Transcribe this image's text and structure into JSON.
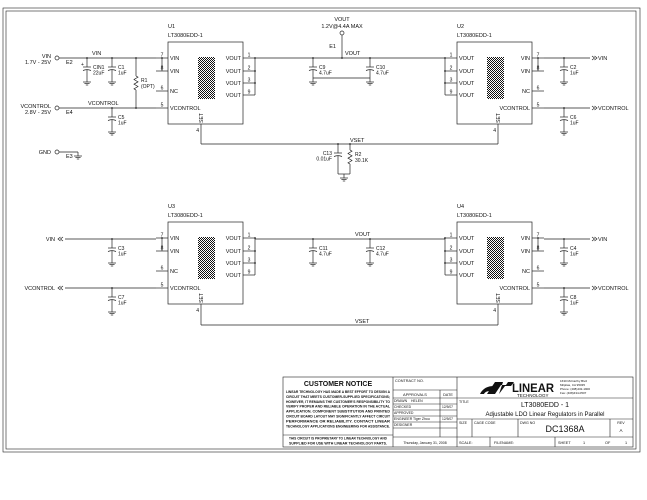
{
  "colors": {
    "wire": "#222222",
    "background": "#ffffff"
  },
  "terminals": {
    "vin": {
      "ref": "E2",
      "name": "VIN",
      "range": "1.7V - 25V"
    },
    "vcontrol": {
      "ref": "E4",
      "name": "VCONTROL",
      "range": "2.8V - 25V"
    },
    "gnd": {
      "ref": "E3",
      "name": "GND"
    },
    "vout": {
      "ref": "E1",
      "name": "VOUT",
      "rating": "1.2V@4.4A MAX"
    }
  },
  "nets": {
    "vin": "VIN",
    "vcontrol": "VCONTROL",
    "vout": "VOUT",
    "vset": "VSET"
  },
  "chips": {
    "u1": {
      "ref": "U1",
      "part": "LT3080EDD-1"
    },
    "u2": {
      "ref": "U2",
      "part": "LT3080EDD-1"
    },
    "u3": {
      "ref": "U3",
      "part": "LT3080EDD-1"
    },
    "u4": {
      "ref": "U4",
      "part": "LT3080EDD-1"
    }
  },
  "pins": {
    "vin": "VIN",
    "nc": "NC",
    "vcontrol": "VCONTROL",
    "vout": "VOUT",
    "set": "SET",
    "num_vin_a": "7",
    "num_vin_b": "8",
    "num_nc": "6",
    "num_vcontrol": "5",
    "num_vout_a": "1",
    "num_vout_b": "2",
    "num_vout_c": "3",
    "num_vout_d": "9",
    "num_set": "4"
  },
  "capacitors": {
    "cin1": {
      "ref": "CIN1",
      "value": "22uF"
    },
    "c1": {
      "ref": "C1",
      "value": "1uF"
    },
    "c2": {
      "ref": "C2",
      "value": "1uF"
    },
    "c3": {
      "ref": "C3",
      "value": "1uF"
    },
    "c4": {
      "ref": "C4",
      "value": "1uF"
    },
    "c5": {
      "ref": "C5",
      "value": "1uF"
    },
    "c6": {
      "ref": "C6",
      "value": "1uF"
    },
    "c7": {
      "ref": "C7",
      "value": "1uF"
    },
    "c8": {
      "ref": "C8",
      "value": "1uF"
    },
    "c9": {
      "ref": "C9",
      "value": "4.7uF"
    },
    "c10": {
      "ref": "C10",
      "value": "4.7uF"
    },
    "c11": {
      "ref": "C11",
      "value": "4.7uF"
    },
    "c12": {
      "ref": "C12",
      "value": "4.7uF"
    },
    "c13": {
      "ref": "C13",
      "value": "0.01uF"
    }
  },
  "resistors": {
    "r1": {
      "ref": "R1",
      "value": "(OPT)"
    },
    "r2": {
      "ref": "R2",
      "value": "30.1K"
    }
  },
  "title_block": {
    "notice_title": "CUSTOMER NOTICE",
    "notice_lines": [
      "LINEAR TECHNOLOGY HAS MADE A BEST EFFORT TO DESIGN A",
      "CIRCUIT THAT MEETS CUSTOMER-SUPPLIED SPECIFICATIONS;",
      "HOWEVER, IT REMAINS THE CUSTOMER'S RESPONSIBILITY TO",
      "VERIFY PROPER AND RELIABLE OPERATION IN THE ACTUAL",
      "APPLICATION.  COMPONENT SUBSTITUTION AND PRINTED",
      "CIRCUIT BOARD LAYOUT MAY SIGNIFICANTLY AFFECT CIRCUIT",
      "PERFORMANCE OR RELIABILITY.  CONTACT LINEAR",
      "TECHNOLOGY APPLICATIONS ENGINEERING FOR ASSISTANCE."
    ],
    "proprietary_lines": [
      "THIS CIRCUIT IS PROPRIETARY TO LINEAR TECHNOLOGY AND",
      "SUPPLIED FOR USE WITH LINEAR TECHNOLOGY PARTS."
    ],
    "contract_no_label": "CONTRACT NO.",
    "approvals_label": "APPROVALS",
    "date_label": "DATE",
    "drawn_label": "DRAWN",
    "drawn_name": "HELEN",
    "checked_label": "CHECKED",
    "checked_date": "12/5/07",
    "approved_label": "APPROVED",
    "engineer_label": "ENGINEER",
    "engineer_name": "Tiger Zhou",
    "engineer_date": "12/5/07",
    "designer_label": "DESIGNER",
    "print_date": "Thursday, January 31, 2008",
    "company": "LINEAR",
    "company_sub": "TECHNOLOGY",
    "address_lines": [
      "1630 McCarthy Blvd",
      "Milpitas, CA 95035",
      "Phone: (408)432-1900",
      "Fax: (408)434-0507"
    ],
    "title_label": "TITLE",
    "title_line1": "LT3080EDD - 1",
    "title_line2": "Adjustable LDO Linear Regulators in Parallel",
    "size_label": "SIZE",
    "cage_code_label": "CAGE CODE",
    "dwg_no_label": "DWG NO",
    "dwg_no": "DC1368A",
    "rev_label": "REV",
    "rev": "A",
    "scale_label": "SCALE:",
    "filename_label": "FILENAME:",
    "sheet_label": "SHEET",
    "sheet": "1",
    "of_label": "OF",
    "sheets": "1"
  }
}
